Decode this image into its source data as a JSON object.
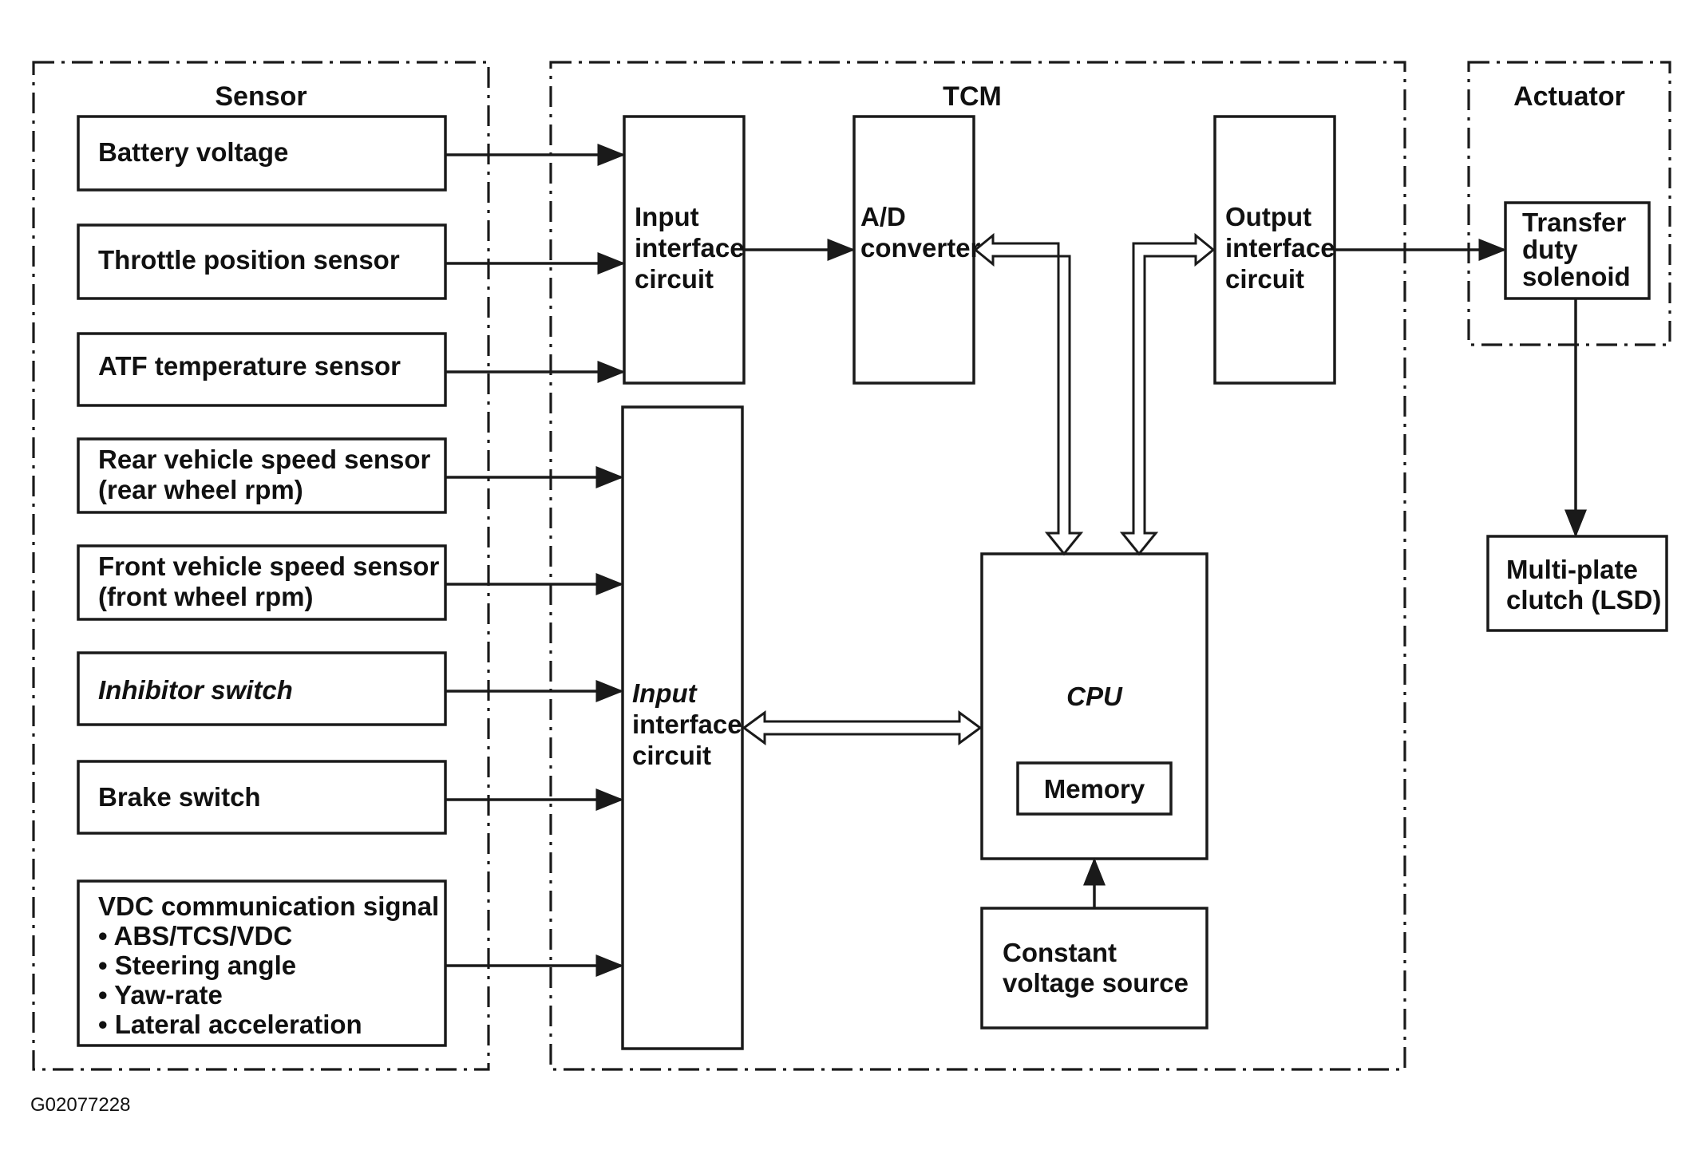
{
  "groups": {
    "sensor": "Sensor",
    "tcm": "TCM",
    "actuator": "Actuator"
  },
  "sensors": {
    "battery_voltage": "Battery voltage",
    "throttle_position": "Throttle position sensor",
    "atf_temperature": "ATF temperature sensor",
    "rear_speed": [
      "Rear vehicle speed sensor",
      "(rear wheel rpm)"
    ],
    "front_speed": [
      "Front vehicle speed sensor",
      "(front wheel rpm)"
    ],
    "inhibitor_switch": "Inhibitor switch",
    "brake_switch": "Brake switch",
    "vdc_signal": [
      "VDC communication signal",
      "• ABS/TCS/VDC",
      "• Steering angle",
      "• Yaw-rate",
      "• Lateral acceleration"
    ]
  },
  "tcm": {
    "input_interface_top": [
      "Input",
      "interface",
      "circuit"
    ],
    "ad_converter": [
      "A/D",
      "converter"
    ],
    "output_interface": [
      "Output",
      "interface",
      "circuit"
    ],
    "input_interface_bottom": [
      "Input",
      "interface",
      "circuit"
    ],
    "cpu": "CPU",
    "memory": "Memory",
    "constant_voltage": [
      "Constant",
      "voltage source"
    ]
  },
  "actuator": {
    "transfer_duty_solenoid": [
      "Transfer",
      "duty",
      "solenoid"
    ],
    "multi_plate_clutch": [
      "Multi-plate",
      "clutch (LSD)"
    ]
  },
  "figure_code": "G02077228"
}
